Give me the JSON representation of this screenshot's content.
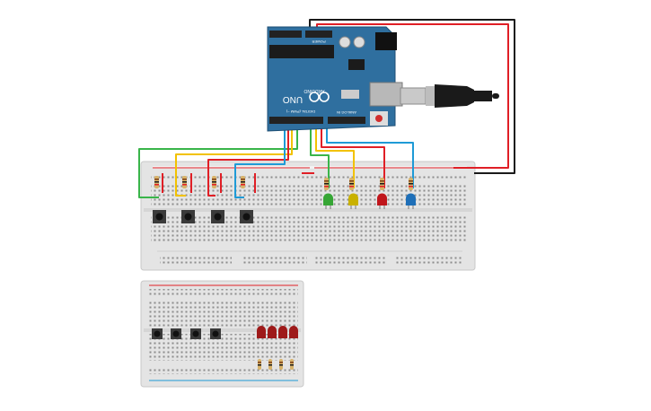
{
  "board": {
    "brand": "ARDUINO",
    "model": "UNO",
    "digital_label": "DIGITAL (PWM ~)",
    "power_label": "POWER",
    "analog_label": "ANALOG IN"
  },
  "colors": {
    "board_blue": "#2f6f9f",
    "breadboard": "#e4e4e4",
    "wire_green": "#39b54a",
    "wire_yellow": "#f2c200",
    "wire_red": "#e01f26",
    "wire_blue": "#1e9ad6",
    "wire_black": "#1a1a1a",
    "led_green": "#36a635",
    "led_yellow": "#c9b100",
    "led_red": "#c0161c",
    "led_blue": "#1e6fb8",
    "resistor_body": "#d8b36a"
  },
  "components": {
    "main_breadboard": {
      "buttons": 4,
      "resistors": 8,
      "leds": [
        "green",
        "yellow",
        "red",
        "blue"
      ]
    },
    "small_breadboard": {
      "buttons": 4,
      "resistors": 4,
      "leds": [
        "red",
        "red",
        "red",
        "red"
      ]
    }
  }
}
